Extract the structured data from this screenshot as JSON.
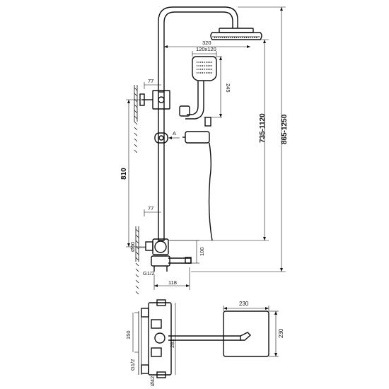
{
  "dimensions": {
    "arm_length": "320",
    "hand_shower_head": "120x120",
    "hand_shower_length": "245",
    "bracket_offset_top": "77",
    "bracket_offset_bottom": "77",
    "section_marker": "A",
    "wall_spacing": "810",
    "height_adjustable": "735-1120",
    "overall_height": "865-1250",
    "spout_height": "100",
    "spout_length": "118",
    "mixer_diameter": "Ø60",
    "inlet_thread": "G1/2",
    "top_view_head_width": "230",
    "top_view_head_depth": "230",
    "top_view_connector_spacing": "150",
    "top_view_arm_projection": "281",
    "top_view_inlet_thread": "G1/2",
    "top_view_pipe_diameter": "Ø42"
  }
}
